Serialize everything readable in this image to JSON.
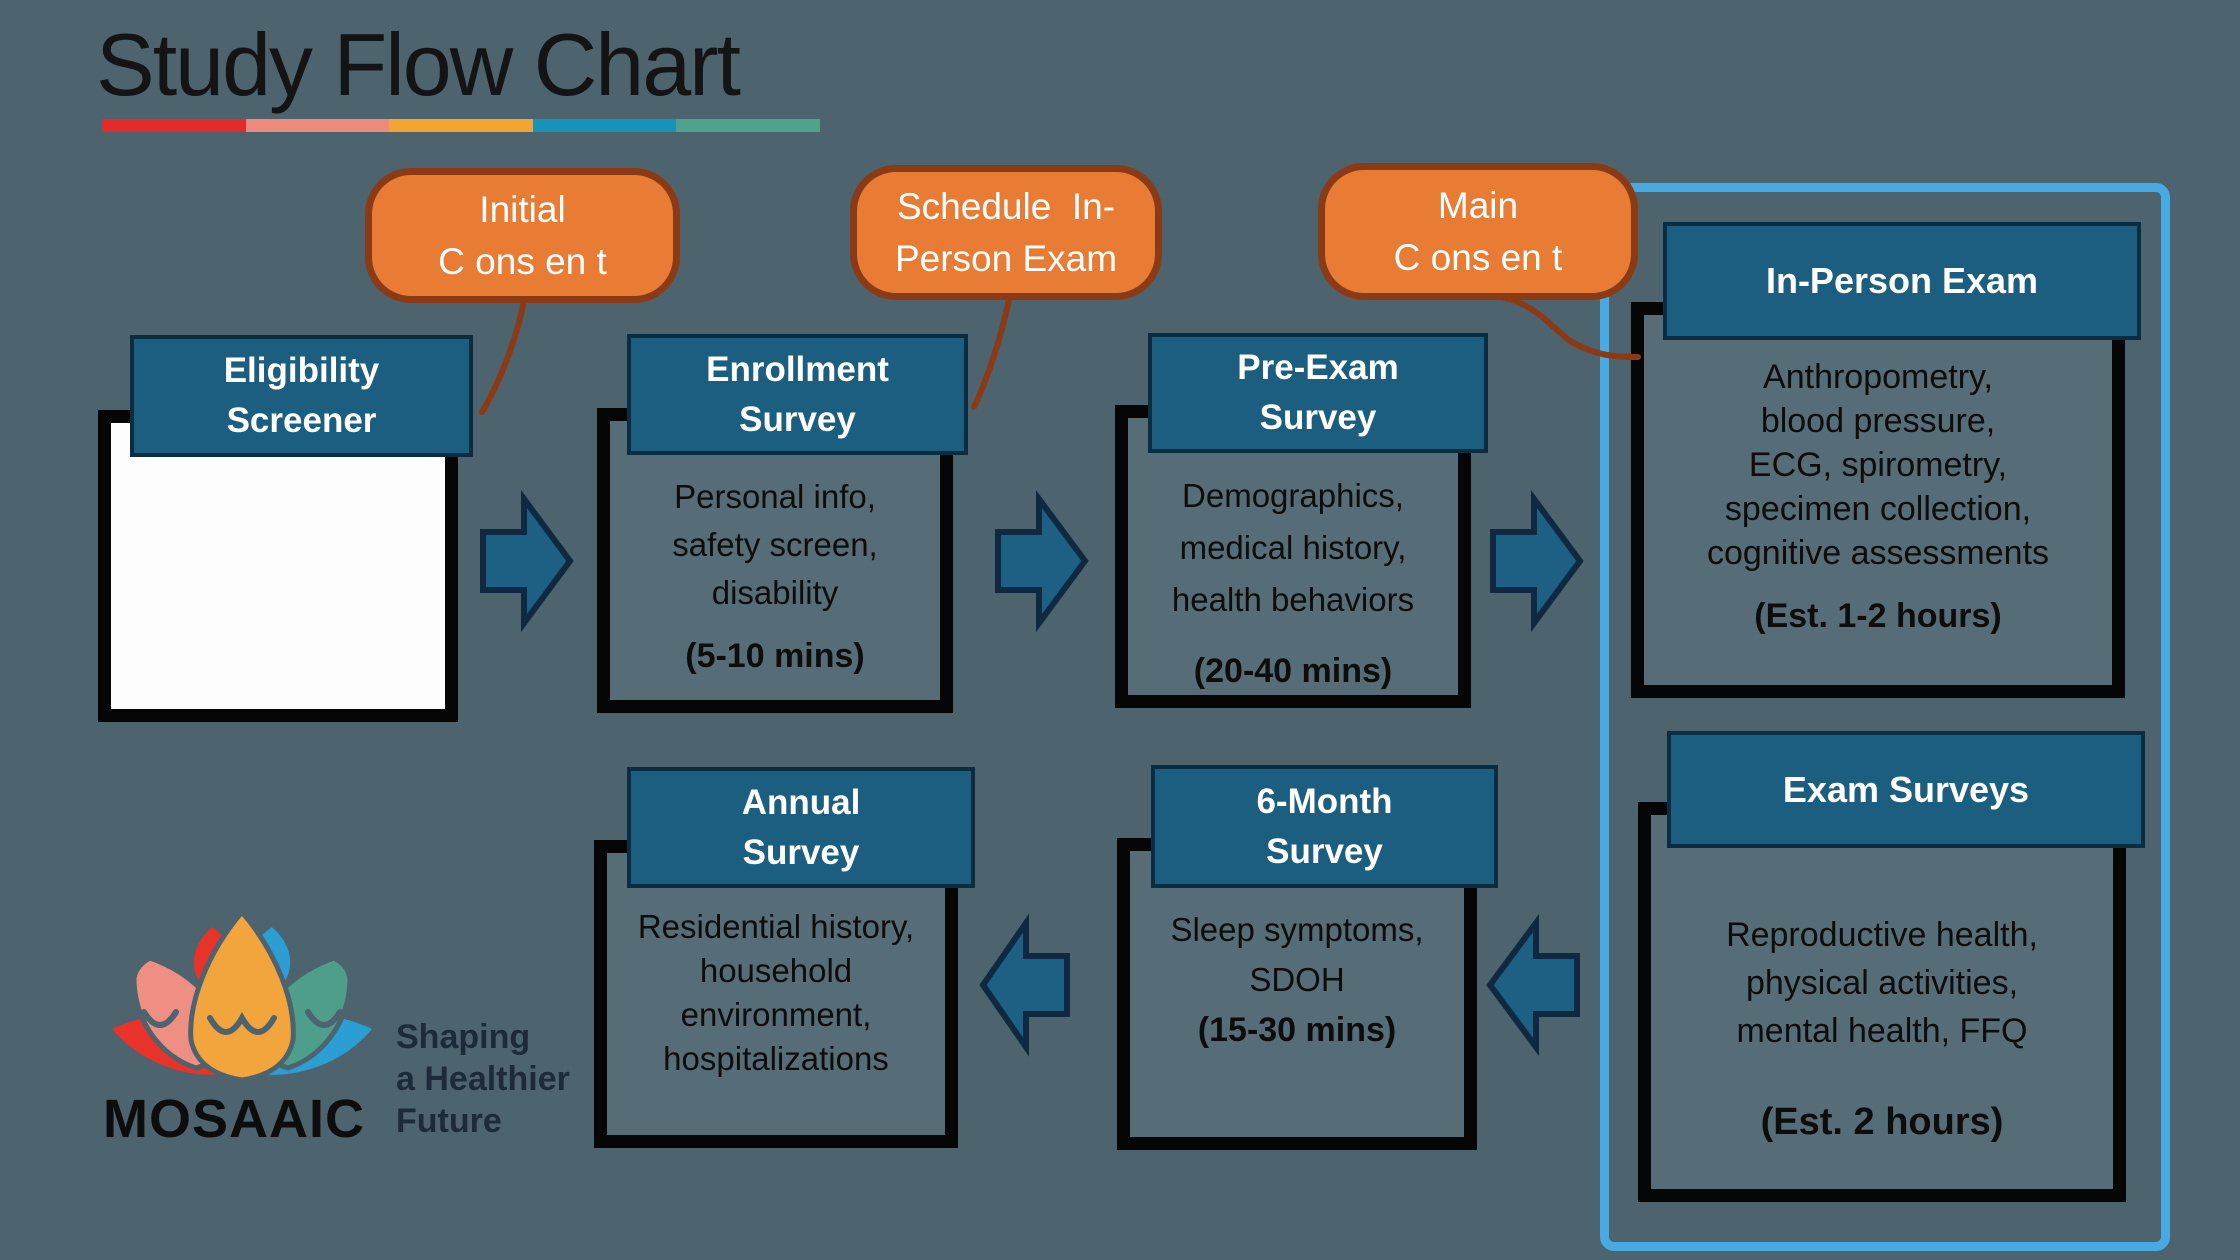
{
  "title": "Study Flow Chart",
  "underline_colors": [
    "#e32b2b",
    "#ee8a7c",
    "#f3a432",
    "#1793ba",
    "#4fa28c"
  ],
  "colors": {
    "background": "#4d636d",
    "body_fill": "#566d77",
    "header": "#1b5e7f",
    "box_border": "#060606",
    "arrow_fill": "#1d6083",
    "arrow_border": "#0e2940",
    "bubble": "#e87c35",
    "bubble_border": "#8a3b16",
    "highlight_border": "#47aae3"
  },
  "bubbles": [
    {
      "lines": [
        "Initial",
        "C ons en t"
      ]
    },
    {
      "lines": [
        "Schedule  In-",
        "Person Exam"
      ]
    },
    {
      "lines": [
        "Main",
        "C ons en t"
      ]
    }
  ],
  "boxes": {
    "eligibility": {
      "header_lines": [
        "Eligibility",
        "Screener"
      ],
      "body_lines": [],
      "duration": ""
    },
    "enrollment": {
      "header_lines": [
        "Enrollment",
        "Survey"
      ],
      "body_lines": [
        "Personal info,",
        "safety screen,",
        "disability"
      ],
      "duration": "(5-10 mins)"
    },
    "pre_exam": {
      "header_lines": [
        "Pre-Exam",
        "Survey"
      ],
      "body_lines": [
        "Demographics,",
        "medical history,",
        "health behaviors"
      ],
      "duration": "(20-40 mins)"
    },
    "in_person": {
      "header_lines": [
        "In-Person Exam"
      ],
      "body_lines": [
        "Anthropometry,",
        "blood pressure,",
        "ECG, spirometry,",
        "specimen collection,",
        "cognitive assessments"
      ],
      "duration": "(Est. 1-2 hours)"
    },
    "annual": {
      "header_lines": [
        "Annual",
        "Survey"
      ],
      "body_lines": [
        "Residential history,",
        "household",
        "environment,",
        "hospitalizations"
      ],
      "duration": ""
    },
    "six_month": {
      "header_lines": [
        "6-Month",
        "Survey"
      ],
      "body_lines": [
        "Sleep symptoms,",
        "SDOH"
      ],
      "duration": "(15-30 mins)"
    },
    "exam_surveys": {
      "header_lines": [
        "Exam Surveys"
      ],
      "body_lines": [
        "Reproductive health,",
        "physical activities,",
        "mental health, FFQ"
      ],
      "duration": "(Est. 2 hours)"
    }
  },
  "logo": {
    "name": "MOSAAIC",
    "tagline_lines": [
      "Shaping",
      "a Healthier",
      "Future"
    ],
    "petal_colors": {
      "red": "#e8332a",
      "salmon": "#ef8e83",
      "orange": "#f2a53c",
      "blue": "#2b9fd3",
      "teal": "#4d9e8a"
    }
  }
}
